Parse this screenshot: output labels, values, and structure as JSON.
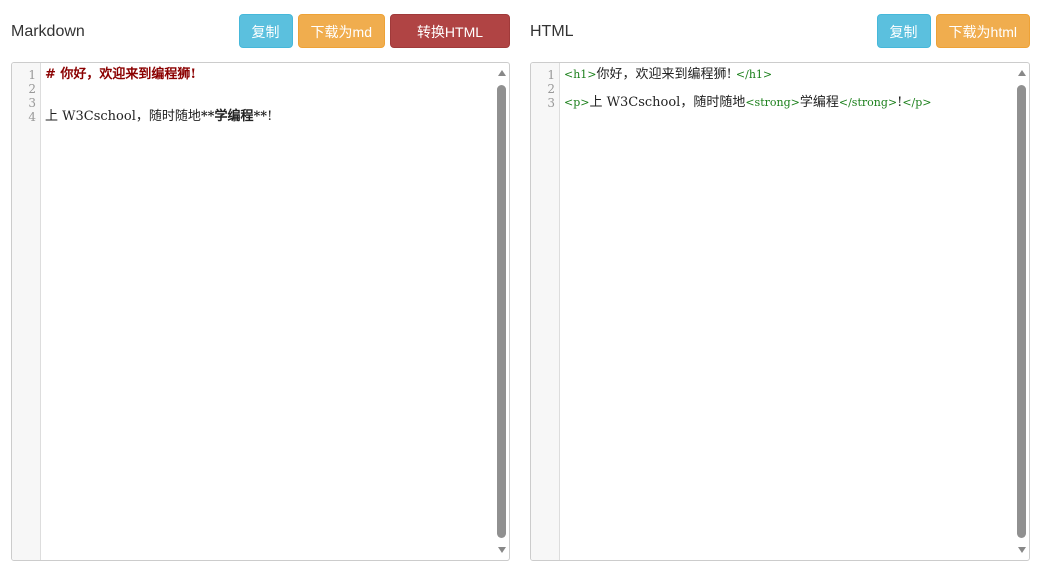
{
  "markdown": {
    "title": "Markdown",
    "buttons": {
      "copy": "复制",
      "download": "下载为md",
      "convert": "转换HTML"
    },
    "lines": [
      {
        "num": "1",
        "parts": [
          {
            "text": "# 你好，欢迎来到编程狮!",
            "style": "h1md"
          }
        ]
      },
      {
        "num": "2",
        "parts": []
      },
      {
        "num": "3",
        "parts": []
      },
      {
        "num": "4",
        "parts": [
          {
            "text": "上 W3Cschool，随时随地",
            "style": ""
          },
          {
            "text": "**学编程**",
            "style": "bold"
          },
          {
            "text": "!",
            "style": ""
          }
        ]
      }
    ]
  },
  "html": {
    "title": "HTML",
    "buttons": {
      "copy": "复制",
      "download": "下载为html"
    },
    "lines": [
      {
        "num": "1",
        "parts": [
          {
            "text": "<h1>",
            "style": "tag"
          },
          {
            "text": "你好，欢迎来到编程狮! ",
            "style": ""
          },
          {
            "text": "</h1>",
            "style": "tag"
          }
        ]
      },
      {
        "num": "2",
        "parts": []
      },
      {
        "num": "3",
        "parts": [
          {
            "text": "<p>",
            "style": "tag"
          },
          {
            "text": "上 W3Cschool，随时随地",
            "style": ""
          },
          {
            "text": "<strong>",
            "style": "tag"
          },
          {
            "text": "学编程",
            "style": ""
          },
          {
            "text": "</strong>",
            "style": "tag"
          },
          {
            "text": "!",
            "style": ""
          },
          {
            "text": "</p>",
            "style": "tag"
          }
        ]
      }
    ]
  },
  "colors": {
    "info": "#5bc0de",
    "warning": "#f0ad4e",
    "danger": "#b04444",
    "md_heading": "#8b0000",
    "html_tag": "#1a7f1a"
  }
}
